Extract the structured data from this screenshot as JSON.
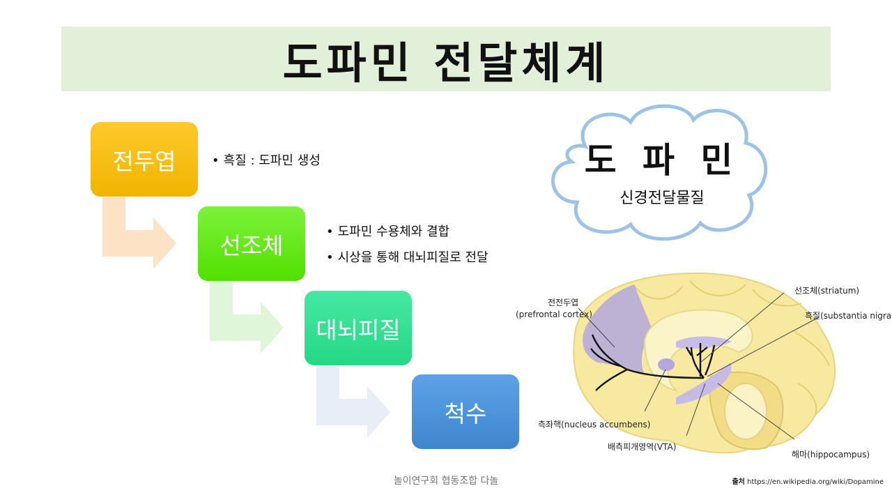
{
  "title": "도파민 전달체계",
  "flow": {
    "steps": [
      "전두엽",
      "선조체",
      "대뇌피질",
      "척수"
    ],
    "colors": [
      "#f5be18",
      "#66ea1e",
      "#34e094",
      "#4a92db"
    ],
    "arrow_colors": [
      "#fde2c6",
      "#dff6d8",
      "#e8eef7"
    ]
  },
  "bullets": {
    "step1": [
      "흑질 : 도파민 생성"
    ],
    "step2": [
      "도파민 수용체와 결합",
      "시상을 통해 대뇌피질로 전달"
    ]
  },
  "cloud": {
    "title": "도 파 민",
    "subtitle": "신경전달물질",
    "outline_color": "#9cc3e5"
  },
  "brain_labels": {
    "prefrontal_kr": "전전두엽",
    "prefrontal_en": "(prefrontal cortex)",
    "striatum": "선조체(striatum)",
    "substantia": "흑질(substantia nigra)",
    "accumbens": "측좌핵(nucleus accumbens)",
    "vta": "배측피개영역(VTA)",
    "hippocampus": "해마(hippocampus)"
  },
  "footer": "놀이연구회 협동조합 다놀",
  "source": {
    "label": "출처",
    "url": "https://en.wikipedia.org/wiki/Dopamine"
  }
}
